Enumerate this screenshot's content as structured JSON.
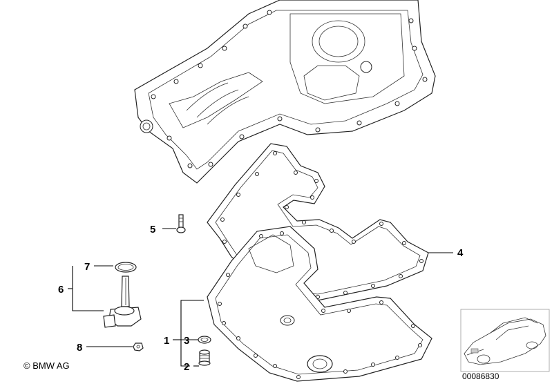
{
  "diagram": {
    "callouts": {
      "c1": "1",
      "c2": "2",
      "c3": "3",
      "c4": "4",
      "c5": "5",
      "c6": "6",
      "c7": "7",
      "c8": "8"
    },
    "copyright": "© BMW AG",
    "document_number": "00086830"
  }
}
